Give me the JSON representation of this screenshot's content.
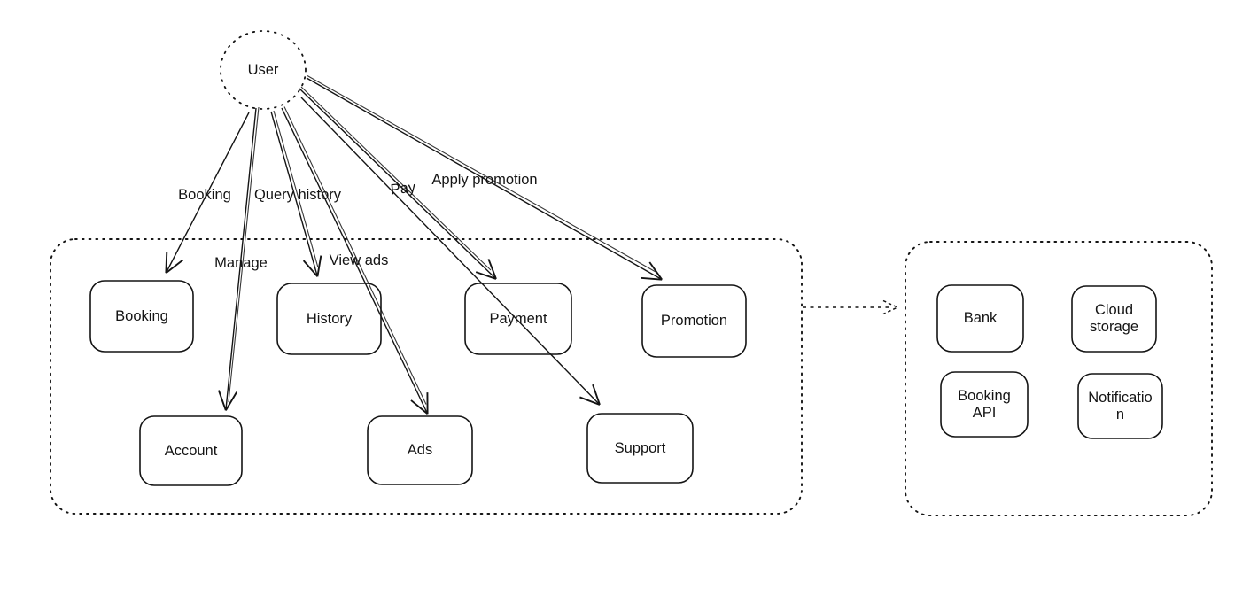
{
  "diagram": {
    "actor_label": "User",
    "system_boundary": {
      "nodes": {
        "booking": "Booking",
        "history": "History",
        "payment": "Payment",
        "promotion": "Promotion",
        "account": "Account",
        "ads": "Ads",
        "support": "Support"
      }
    },
    "external_boundary": {
      "nodes": {
        "bank": "Bank",
        "cloud_storage": "Cloud storage",
        "booking_api": "Booking API",
        "notification": "Notification"
      }
    },
    "edges": [
      {
        "from": "User",
        "to": "Booking",
        "label": "Booking"
      },
      {
        "from": "User",
        "to": "Account",
        "label": "Manage"
      },
      {
        "from": "User",
        "to": "History",
        "label": "Query history"
      },
      {
        "from": "User",
        "to": "Ads",
        "label": "View ads"
      },
      {
        "from": "User",
        "to": "Payment",
        "label": "Pay"
      },
      {
        "from": "User",
        "to": "Support",
        "label": ""
      },
      {
        "from": "User",
        "to": "Promotion",
        "label": "Apply promotion"
      },
      {
        "from": "system-boundary",
        "to": "external-boundary",
        "label": "",
        "style": "dotted"
      }
    ],
    "colors": {
      "stroke": "#141414",
      "background": "#ffffff"
    }
  }
}
